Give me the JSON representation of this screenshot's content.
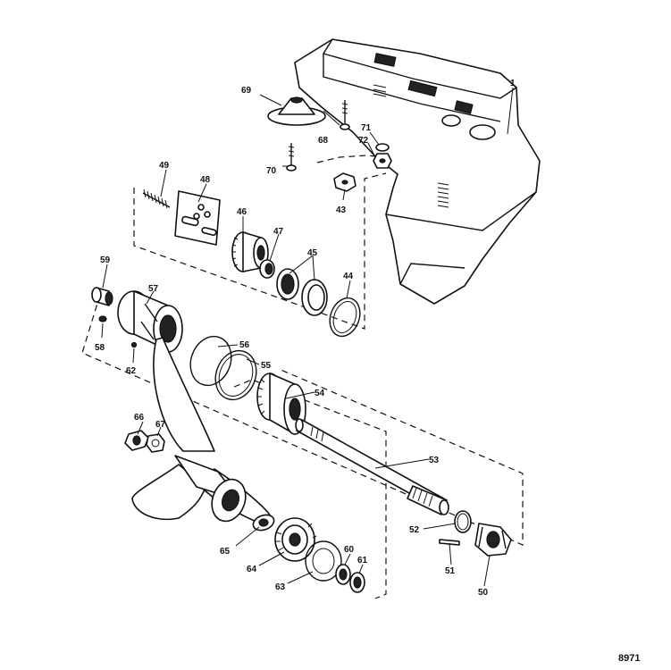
{
  "diagram": {
    "catalog_number": "8971",
    "callouts": [
      {
        "id": "c1",
        "text": "1"
      },
      {
        "id": "c43",
        "text": "43"
      },
      {
        "id": "c44",
        "text": "44"
      },
      {
        "id": "c45",
        "text": "45"
      },
      {
        "id": "c46",
        "text": "46"
      },
      {
        "id": "c47",
        "text": "47"
      },
      {
        "id": "c48",
        "text": "48"
      },
      {
        "id": "c49",
        "text": "49"
      },
      {
        "id": "c50",
        "text": "50"
      },
      {
        "id": "c51",
        "text": "51"
      },
      {
        "id": "c52",
        "text": "52"
      },
      {
        "id": "c53",
        "text": "53"
      },
      {
        "id": "c54",
        "text": "54"
      },
      {
        "id": "c55",
        "text": "55"
      },
      {
        "id": "c56",
        "text": "56"
      },
      {
        "id": "c57",
        "text": "57"
      },
      {
        "id": "c58",
        "text": "58"
      },
      {
        "id": "c59",
        "text": "59"
      },
      {
        "id": "c60",
        "text": "60"
      },
      {
        "id": "c61",
        "text": "61"
      },
      {
        "id": "c62",
        "text": "62"
      },
      {
        "id": "c63",
        "text": "63"
      },
      {
        "id": "c64",
        "text": "64"
      },
      {
        "id": "c65",
        "text": "65"
      },
      {
        "id": "c66",
        "text": "66"
      },
      {
        "id": "c67",
        "text": "67"
      },
      {
        "id": "c68",
        "text": "68"
      },
      {
        "id": "c69",
        "text": "69"
      },
      {
        "id": "c70",
        "text": "70"
      },
      {
        "id": "c71",
        "text": "71"
      },
      {
        "id": "c72",
        "text": "72"
      }
    ]
  }
}
